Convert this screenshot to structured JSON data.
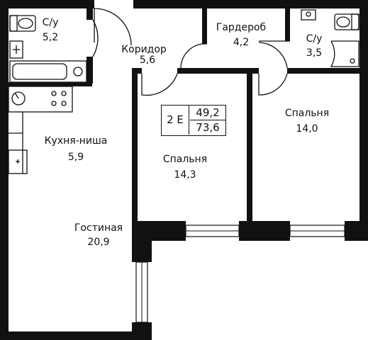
{
  "rooms": {
    "bathroom1": {
      "name": "С/у",
      "area": "5,2"
    },
    "corridor": {
      "name": "Коридор",
      "area": "5,6"
    },
    "wardrobe": {
      "name": "Гардероб",
      "area": "4,2"
    },
    "bathroom2": {
      "name": "С/у",
      "area": "3,5"
    },
    "kitchen": {
      "name": "Кухня-ниша",
      "area": "5,9"
    },
    "bedroom1": {
      "name": "Спальня",
      "area": "14,3"
    },
    "bedroom2": {
      "name": "Спальня",
      "area": "14,0"
    },
    "living": {
      "name": "Гостиная",
      "area": "20,9"
    }
  },
  "badge": {
    "type": "2 Е",
    "living_area": "49,2",
    "total_area": "73,6"
  },
  "colors": {
    "wall": "#111111",
    "background": "#ffffff"
  }
}
